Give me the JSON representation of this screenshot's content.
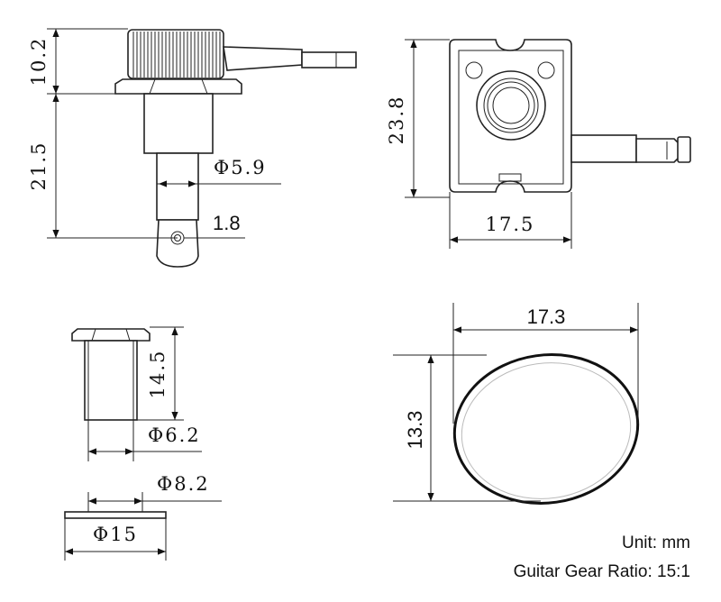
{
  "views": {
    "side_view": {
      "head_height": "10.2",
      "shaft_length": "21.5",
      "shaft_diameter": "Φ5.9",
      "hole": "1.8"
    },
    "back_view": {
      "height": "23.8",
      "width": "17.5"
    },
    "bushing": {
      "length": "14.5",
      "diameter": "Φ6.2"
    },
    "washer": {
      "inner_diameter": "Φ8.2",
      "outer_diameter": "Φ15"
    },
    "button": {
      "width": "17.3",
      "height": "13.3"
    }
  },
  "notes": {
    "unit": "Unit: mm",
    "gear_ratio": "Guitar Gear Ratio: 15:1"
  }
}
